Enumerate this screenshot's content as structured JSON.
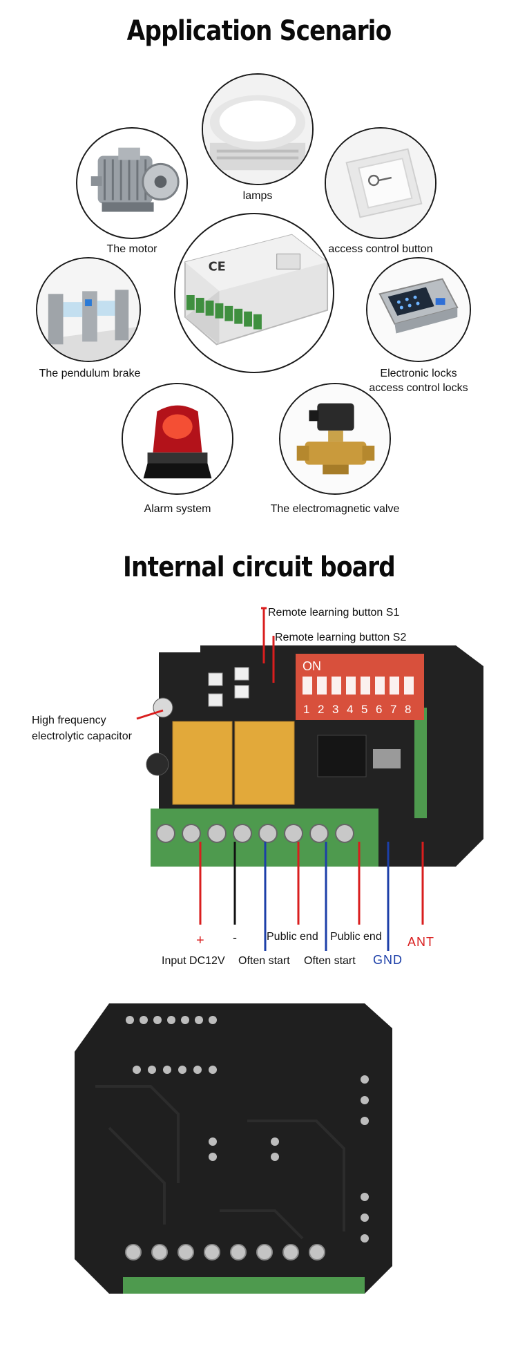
{
  "section1": {
    "title": "Application Scenario",
    "items": [
      {
        "label": "lamps",
        "icon": "lamp-icon"
      },
      {
        "label": "The motor",
        "icon": "motor-icon"
      },
      {
        "label": "access control button",
        "icon": "switch-button-icon"
      },
      {
        "label": "The pendulum brake",
        "icon": "turnstile-icon"
      },
      {
        "label_line1": "Electronic locks",
        "label_line2": "access control locks",
        "icon": "electronic-lock-icon"
      },
      {
        "label": "Alarm system",
        "icon": "alarm-light-icon"
      },
      {
        "label": "The electromagnetic valve",
        "icon": "solenoid-valve-icon"
      }
    ]
  },
  "section2": {
    "title": "Internal circuit board",
    "callouts": {
      "s1": "Remote learning button S1",
      "s2": "Remote learning button S2",
      "capacitor_line1": "High frequency",
      "capacitor_line2": "electrolytic capacitor"
    },
    "terminals": {
      "plus": "+",
      "minus": "-",
      "input": "Input DC12V",
      "often_start_1": "Often start",
      "public_end_1": "Public end",
      "often_start_2": "Often start",
      "public_end_2": "Public end",
      "gnd": "GND",
      "ant": "ANT"
    },
    "dip": {
      "on": "ON",
      "numbers": [
        "1",
        "2",
        "3",
        "4",
        "5",
        "6",
        "7",
        "8"
      ]
    }
  },
  "colors": {
    "callout_red": "#d91e1e",
    "callout_blue": "#1c3fa8",
    "pcb_black": "#222222",
    "terminal_green": "#4e9a4e",
    "dip_red": "#d8503c",
    "relay_yellow": "#e2a93a"
  }
}
